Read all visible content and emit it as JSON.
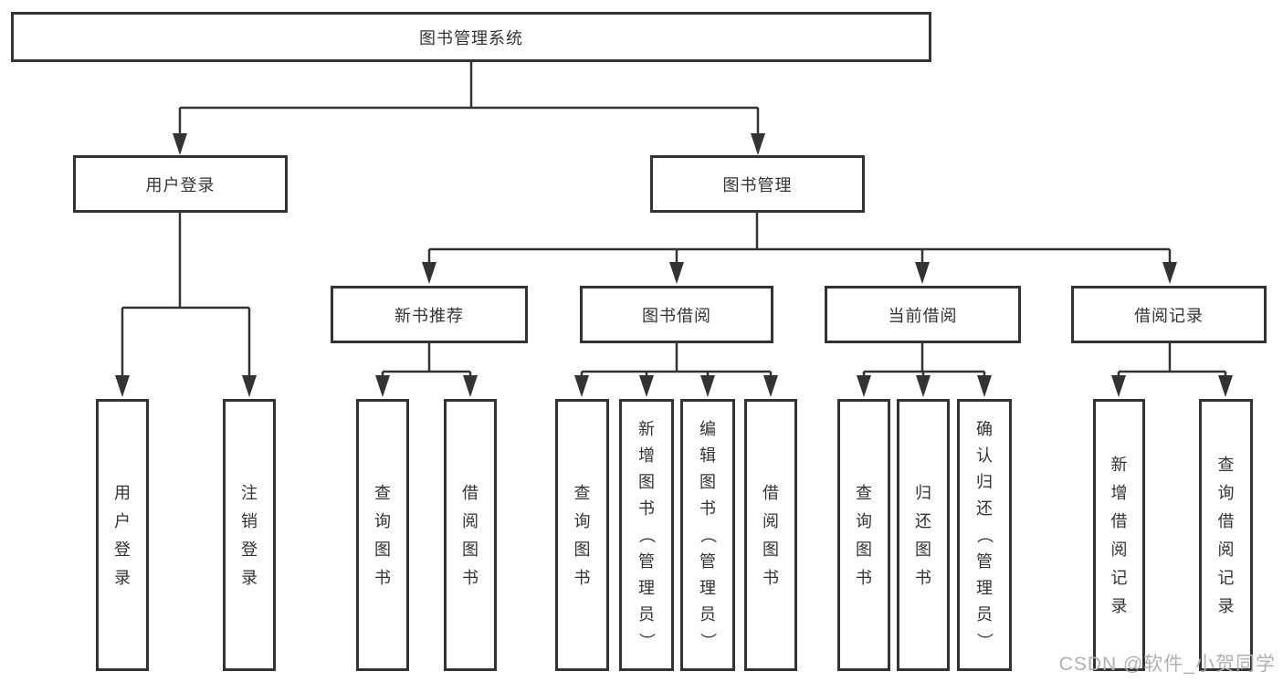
{
  "diagram": {
    "root": {
      "label": "图书管理系统"
    },
    "branches": [
      {
        "label": "用户登录",
        "children": [
          {
            "label": "用户登录"
          },
          {
            "label": "注销登录"
          }
        ]
      },
      {
        "label": "图书管理",
        "children": [
          {
            "label": "新书推荐",
            "children": [
              {
                "label": "查询图书"
              },
              {
                "label": "借阅图书"
              }
            ]
          },
          {
            "label": "图书借阅",
            "children": [
              {
                "label": "查询图书"
              },
              {
                "label": "新增图书（管理员）"
              },
              {
                "label": "编辑图书（管理员）"
              },
              {
                "label": "借阅图书"
              }
            ]
          },
          {
            "label": "当前借阅",
            "children": [
              {
                "label": "查询图书"
              },
              {
                "label": "归还图书"
              },
              {
                "label": "确认归还（管理员）"
              }
            ]
          },
          {
            "label": "借阅记录",
            "children": [
              {
                "label": "新增借阅记录"
              },
              {
                "label": "查询借阅记录"
              }
            ]
          }
        ]
      }
    ]
  },
  "watermark": {
    "text": "CSDN @软件_小贺同学"
  },
  "colors": {
    "line": "#333333",
    "text": "#333333",
    "watermark": "#b0b0b0",
    "background": "#ffffff"
  }
}
